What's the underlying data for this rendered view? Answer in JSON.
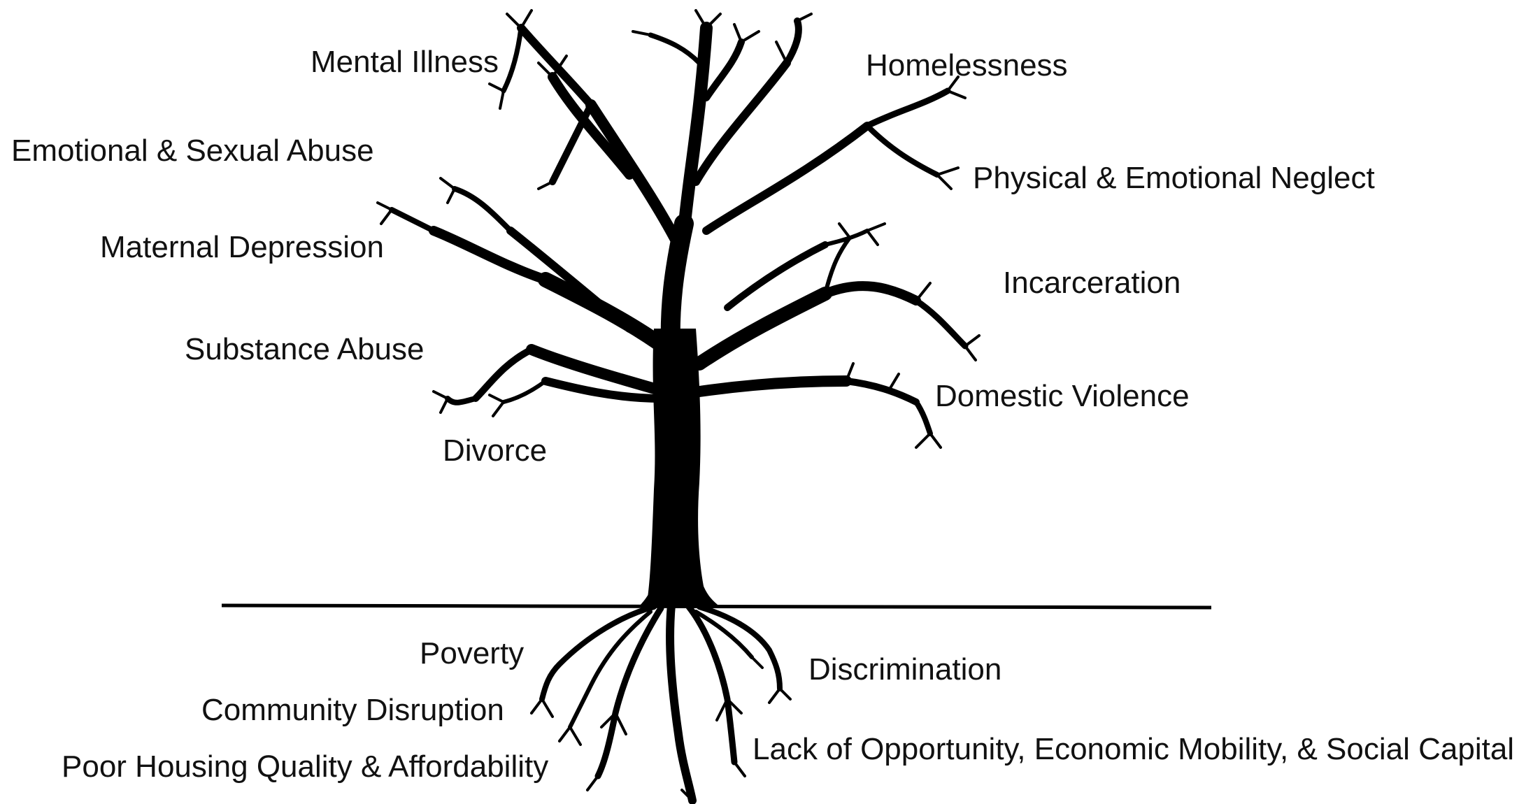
{
  "colors": {
    "tree": "#000000",
    "text": "#111111",
    "background": "#ffffff"
  },
  "branch_labels": {
    "mental_illness": "Mental Illness",
    "homelessness": "Homelessness",
    "emotional_sexual_abuse": "Emotional & Sexual Abuse",
    "physical_emotional_neglect": "Physical & Emotional Neglect",
    "maternal_depression": "Maternal Depression",
    "incarceration": "Incarceration",
    "substance_abuse": "Substance Abuse",
    "domestic_violence": "Domestic Violence",
    "divorce": "Divorce"
  },
  "root_labels": {
    "poverty": "Poverty",
    "discrimination": "Discrimination",
    "community_disruption": "Community Disruption",
    "lack_of_opportunity": "Lack of Opportunity, Economic Mobility, & Social Capital",
    "poor_housing": "Poor Housing Quality & Affordability"
  }
}
